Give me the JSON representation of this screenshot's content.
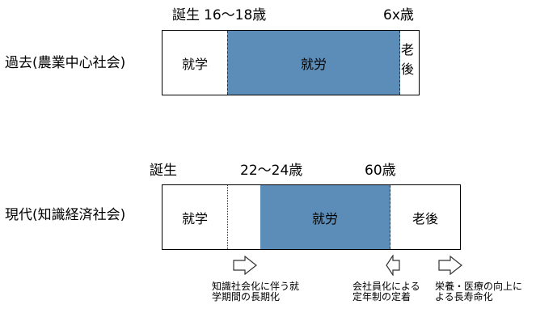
{
  "past": {
    "row_label": "過去(農業中心社会)",
    "birth_label": "誕生",
    "age_label_1": "16～18歳",
    "age_label_2": "6x歳",
    "segments": {
      "study": "就学",
      "work": "就労",
      "retire": "老後"
    }
  },
  "present": {
    "row_label": "現代(知識経済社会)",
    "birth_label": "誕生",
    "age_label_1": "22～24歳",
    "age_label_2": "60歳",
    "segments": {
      "study": "就学",
      "work": "就労",
      "retire": "老後"
    }
  },
  "notes": {
    "study_extension": "知識社会化に伴う就学期間の長期化",
    "retire_age": "会社員化による定年制の定着",
    "longevity": "栄養・医療の向上による長寿命化"
  },
  "colors": {
    "work_fill": "#5b8db8",
    "work_border": "#1f3550",
    "border": "#000000"
  },
  "icons": [
    "right-arrow-icon",
    "left-arrow-icon",
    "right-arrow-icon"
  ]
}
